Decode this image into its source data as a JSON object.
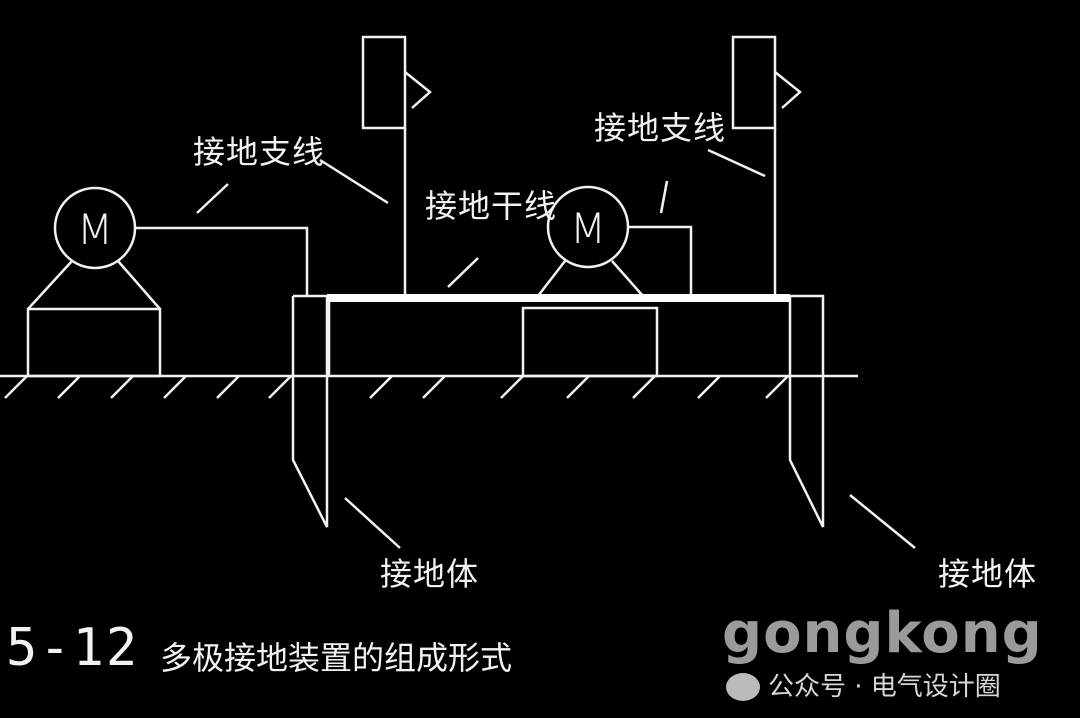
{
  "diagram": {
    "labels": {
      "branch_left": "接地支线",
      "branch_right": "接地支线",
      "main_line": "接地干线",
      "electrode_left": "接地体",
      "electrode_right": "接地体",
      "motor_left": "M",
      "motor_middle": "M"
    },
    "caption": {
      "number": "5-12",
      "text": "多极接地装置的组成形式"
    },
    "watermark": {
      "logo": "gongkong",
      "text": "公众号 · 电气设计圈"
    },
    "colors": {
      "background": "#000000",
      "line": "#f2f2f2"
    }
  }
}
